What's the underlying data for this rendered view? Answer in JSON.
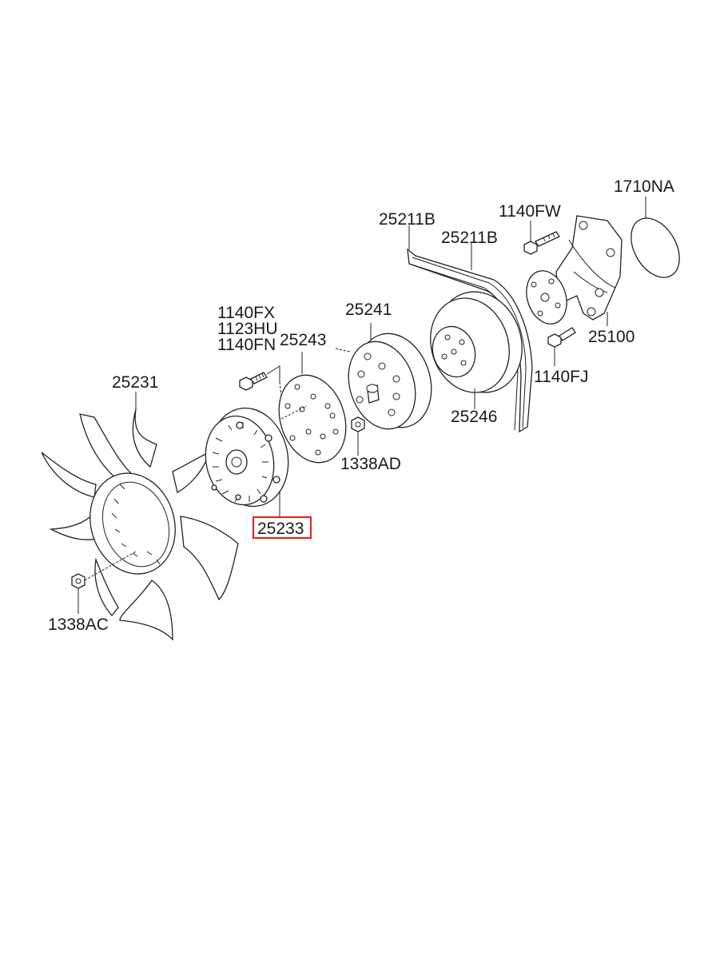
{
  "labels": {
    "p1710NA": "1710NA",
    "p1140FW": "1140FW",
    "p25211B_a": "25211B",
    "p25211B_b": "25211B",
    "p25241": "25241",
    "p1140FX": "1140FX",
    "p1123HU": "1123HU",
    "p1140FN": "1140FN",
    "p25243": "25243",
    "p25100": "25100",
    "p1140FJ": "1140FJ",
    "p25231": "25231",
    "p25246": "25246",
    "p1338AD": "1338AD",
    "p25233": "25233",
    "p1338AC": "1338AC"
  },
  "highlight_color": "#e02020"
}
